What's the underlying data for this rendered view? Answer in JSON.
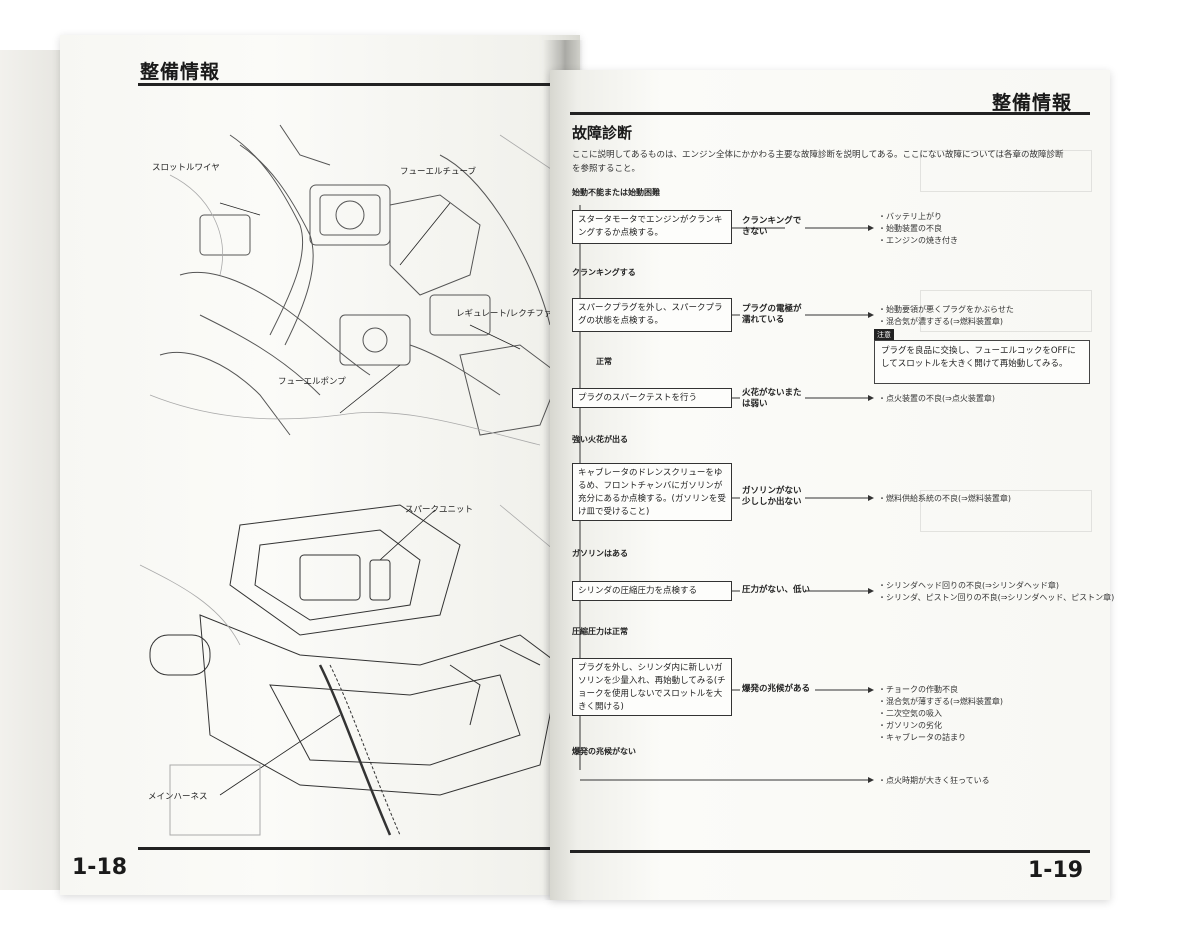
{
  "left_page": {
    "header": "整備情報",
    "page_number": "1-18",
    "labels": {
      "throttle_wire": "スロットルワイヤ",
      "fuel_tube": "フューエルチューブ",
      "regulator": "レギュレート/レクチファ",
      "fuel_pump": "フューエルポンプ",
      "spark_unit": "スパークユニット",
      "main_harness": "メインハーネス"
    }
  },
  "right_page": {
    "header": "整備情報",
    "page_number": "1-19",
    "section_title": "故障診断",
    "intro": "ここに説明してあるものは、エンジン全体にかかわる主要な故障診断を説明してある。ここにない故障については各章の故障診断を参照すること。",
    "flow": [
      {
        "heading": "始動不能または始動困難",
        "box": "スタータモータでエンジンがクランキングするか点検する。",
        "condition": "クランキングできない",
        "results": [
          "・バッテリ上がり",
          "・始動装置の不良",
          "・エンジンの焼き付き"
        ]
      },
      {
        "heading": "クランキングする",
        "box": "スパークプラグを外し、スパークプラグの状態を点検する。",
        "condition": "プラグの電極が濡れている",
        "results": [
          "・始動要領が悪くプラグをかぶらせた",
          "・混合気が濃すぎる(⇒燃料装置章)"
        ],
        "caution_label": "注意",
        "note": "プラグを良品に交換し、フューエルコックをOFFにしてスロットルを大きく開けて再始動してみる。"
      },
      {
        "heading": "正常",
        "box": "プラグのスパークテストを行う",
        "condition": "火花がないまたは弱い",
        "results": [
          "・点火装置の不良(⇒点火装置章)"
        ]
      },
      {
        "heading": "強い火花が出る",
        "box": "キャブレータのドレンスクリューをゆるめ、フロントチャンバにガソリンが充分にあるか点検する。(ガソリンを受け皿で受けること)",
        "condition": "ガソリンがない少ししか出ない",
        "results": [
          "・燃料供給系統の不良(⇒燃料装置章)"
        ]
      },
      {
        "heading": "ガソリンはある",
        "box": "シリンダの圧縮圧力を点検する",
        "condition": "圧力がない、低い",
        "results": [
          "・シリンダヘッド回りの不良(⇒シリンダヘッド章)",
          "・シリンダ、ピストン回りの不良(⇒シリンダヘッド、ピストン章)"
        ]
      },
      {
        "heading": "圧縮圧力は正常",
        "box": "プラグを外し、シリンダ内に新しいガソリンを少量入れ、再始動してみる(チョークを使用しないでスロットルを大きく開ける)",
        "condition": "爆発の兆候がある",
        "results": [
          "・チョークの作動不良",
          "・混合気が薄すぎる(⇒燃料装置章)",
          "・二次空気の吸入",
          "・ガソリンの劣化",
          "・キャブレータの詰まり"
        ]
      },
      {
        "heading": "爆発の兆候がない",
        "results": [
          "・点火時期が大きく狂っている"
        ]
      }
    ]
  }
}
